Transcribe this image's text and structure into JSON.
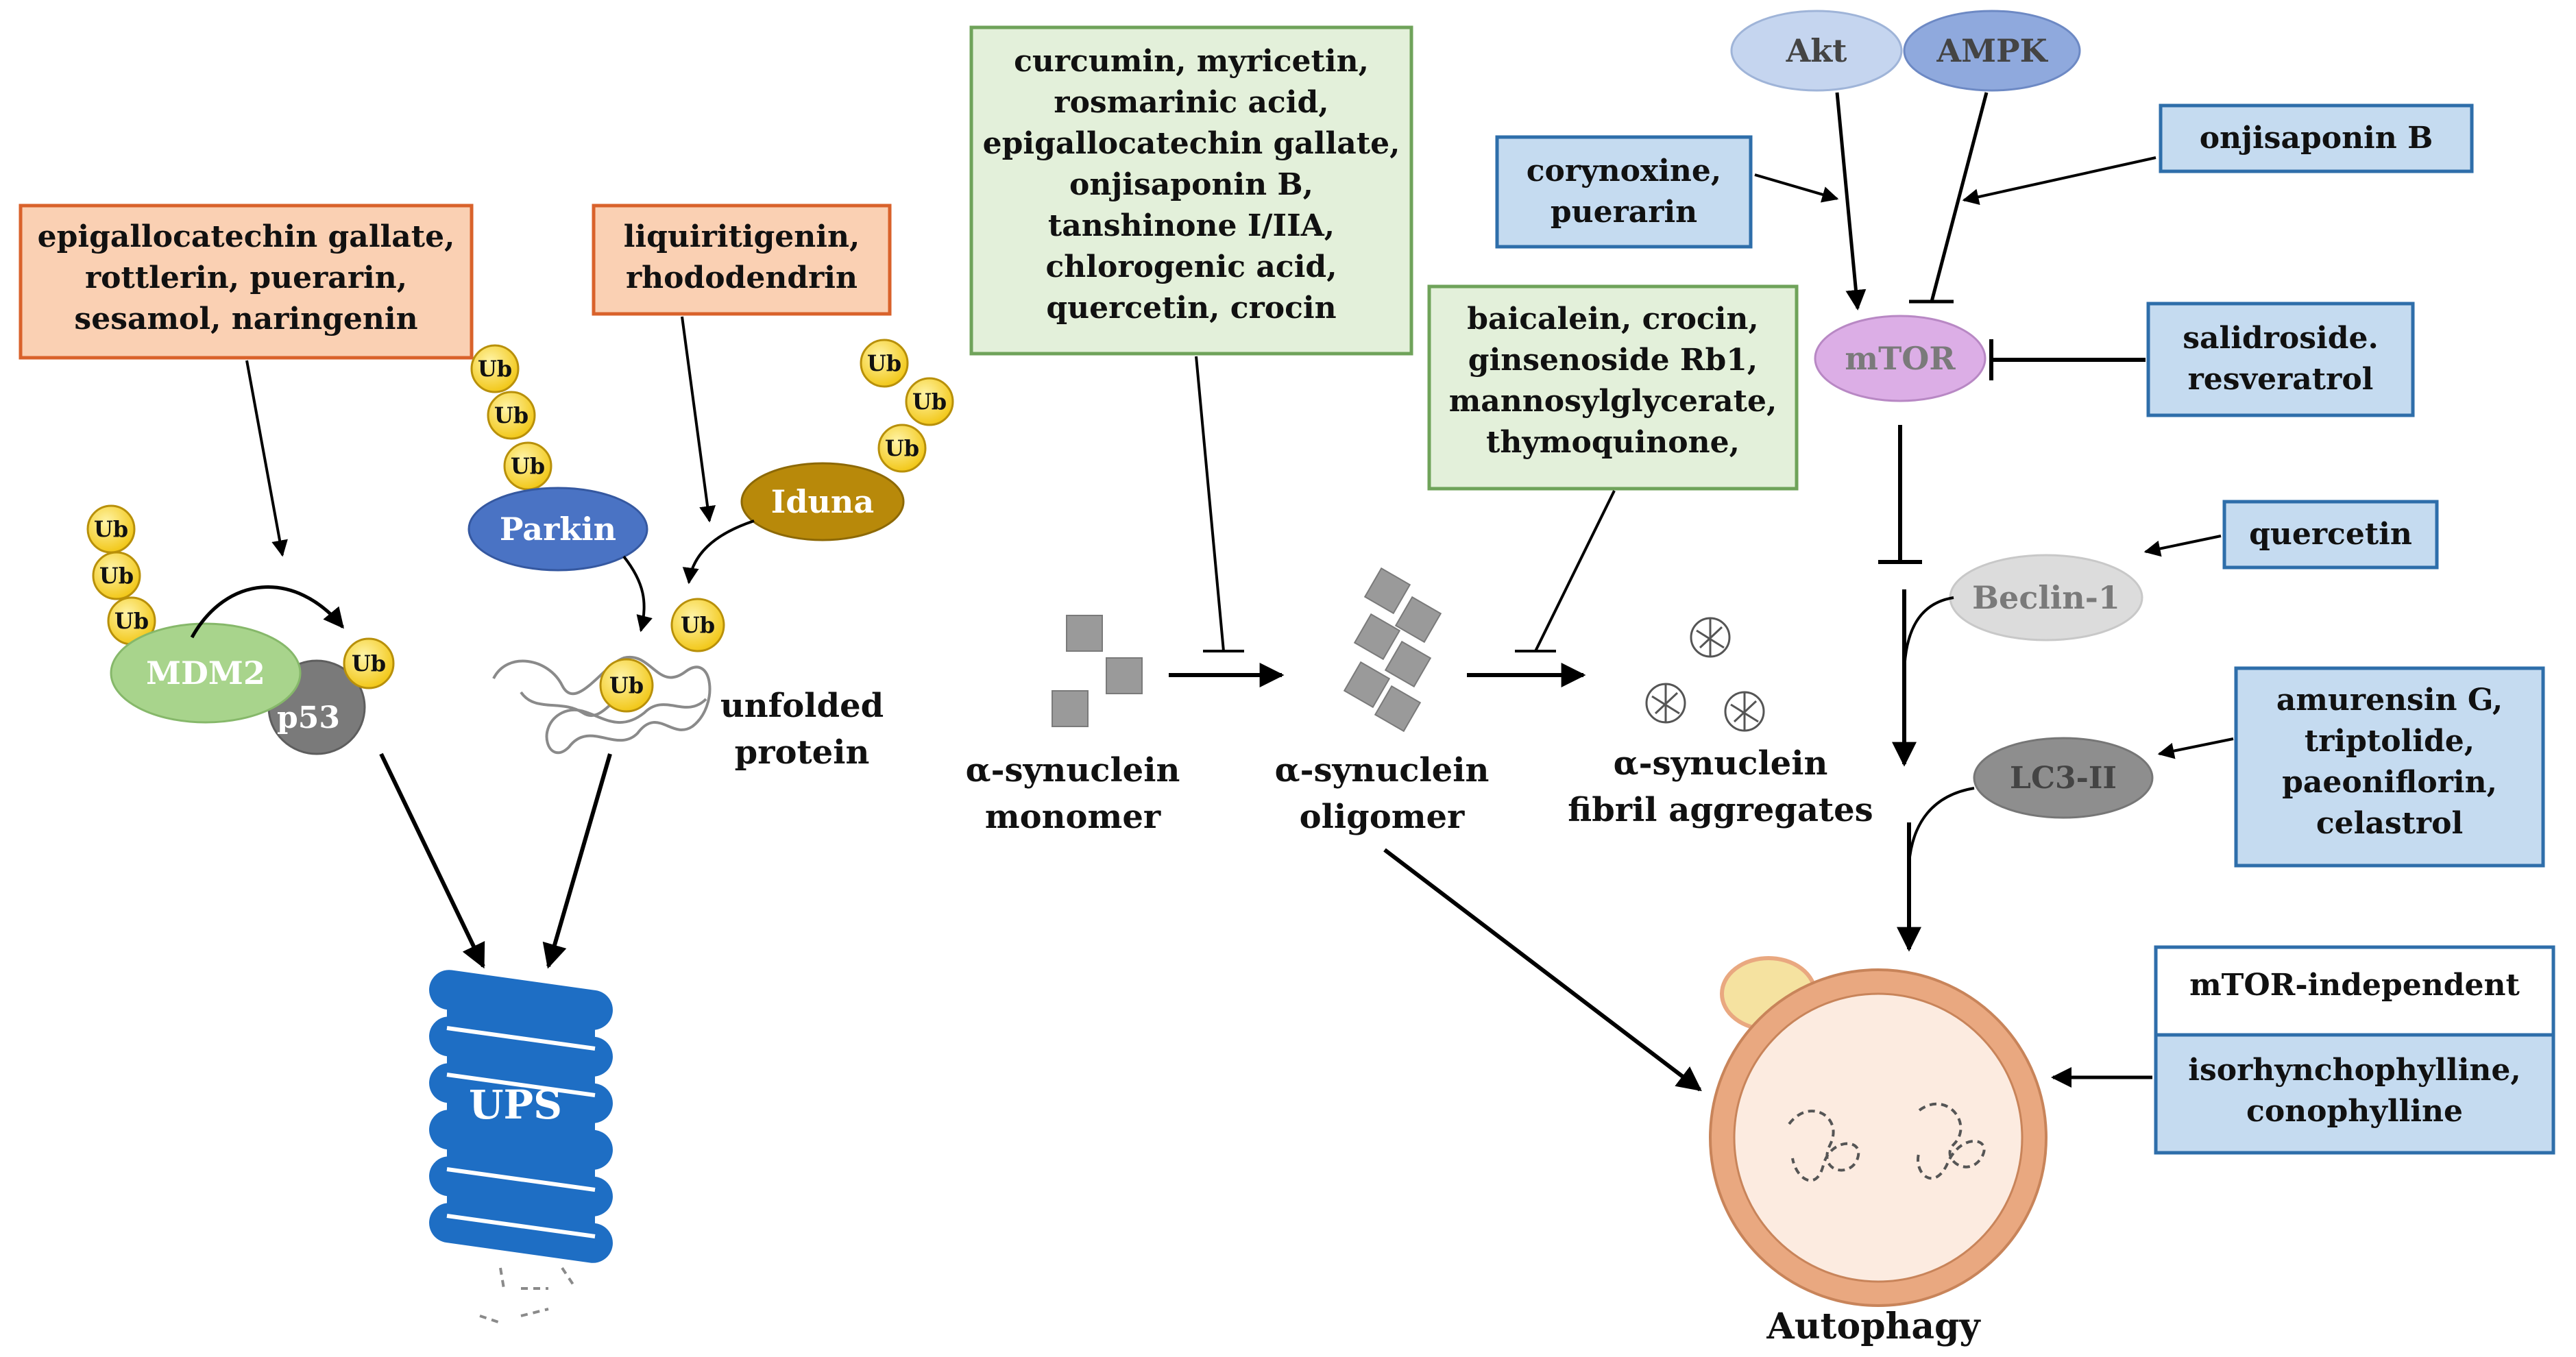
{
  "orange_boxes": {
    "mdm2_drugs": [
      "epigallocatechin gallate,",
      "rottlerin, puerarin,",
      "sesamol, naringenin"
    ],
    "parkin_drugs": [
      "liquiritigenin,",
      "rhododendrin"
    ]
  },
  "green_boxes": {
    "oligomer_drugs": [
      "curcumin, myricetin,",
      "rosmarinic acid,",
      "epigallocatechin gallate,",
      "onjisaponin B,",
      "tanshinone I/IIA,",
      "chlorogenic acid,",
      "quercetin, crocin"
    ],
    "fibril_drugs": [
      "baicalein, crocin,",
      "ginsenoside Rb1,",
      "mannosylglycerate,",
      "thymoquinone,"
    ]
  },
  "blue_boxes": {
    "corynoxine": [
      "corynoxine,",
      "puerarin"
    ],
    "onjisaponin": [
      "onjisaponin B"
    ],
    "salidroside": [
      "salidroside.",
      "resveratrol"
    ],
    "quercetin": [
      "quercetin"
    ],
    "amurensin": [
      "amurensin G,",
      "triptolide,",
      "paeoniflorin,",
      "celastrol"
    ],
    "mtor_independent_title": "mTOR-independent",
    "isorhynchophylline": [
      "isorhynchophylline,",
      "conophylline"
    ]
  },
  "nodes": {
    "akt": "Akt",
    "ampk": "AMPK",
    "mtor": "mTOR",
    "beclin": "Beclin-1",
    "lc3": "LC3-II",
    "mdm2": "MDM2",
    "p53": "p53",
    "parkin": "Parkin",
    "iduna": "Iduna",
    "ub": "Ub",
    "ups": "UPS"
  },
  "labels": {
    "unfolded_protein": [
      "unfolded",
      "protein"
    ],
    "monomer": [
      "α-synuclein",
      "monomer"
    ],
    "oligomer": [
      "α-synuclein",
      "oligomer"
    ],
    "fibril": [
      "α-synuclein",
      "fibril aggregates"
    ],
    "autophagy": "Autophagy"
  },
  "colors": {
    "orange_fill": "#fad0b3",
    "orange_border": "#d9622b",
    "green_fill": "#e3f0da",
    "green_border": "#6fa35a",
    "blue_fill": "#c5dbf0",
    "blue_border": "#2e6eaa",
    "ub_fill": "#f5d334",
    "mdm2_fill": "#a8d48c",
    "p53_fill": "#7a7a7a",
    "parkin_fill": "#4a73c4",
    "iduna_fill": "#b8890a",
    "mtor_fill": "#dcaee6",
    "ups_fill": "#1e6ec4",
    "autophagy_ring": "#e9a880",
    "autophagy_inner": "#fcebe0"
  }
}
